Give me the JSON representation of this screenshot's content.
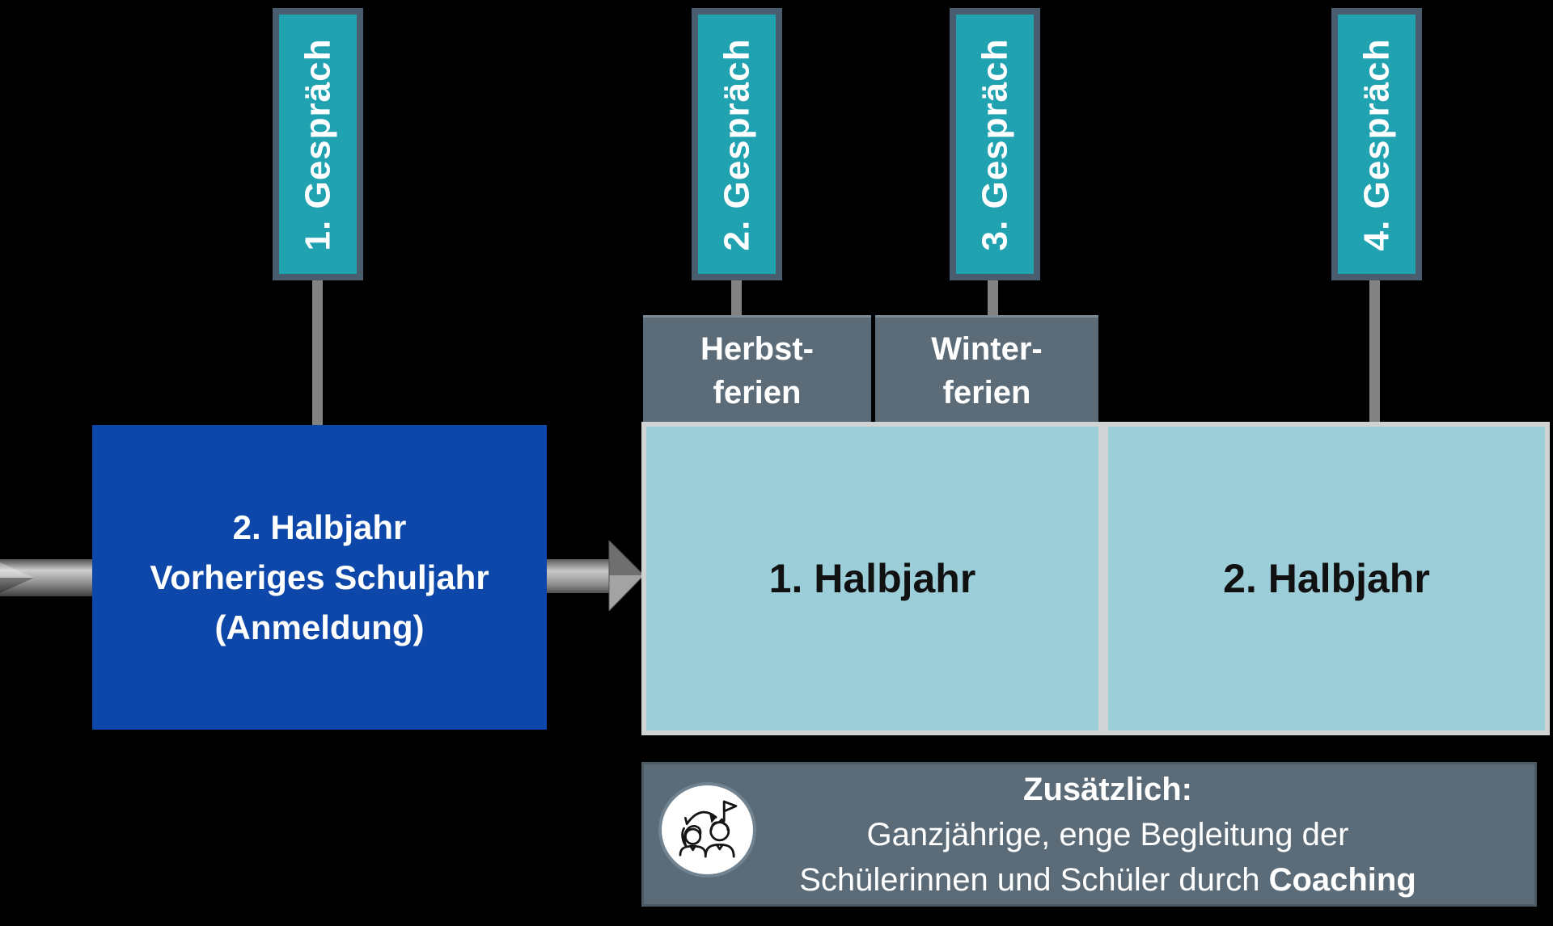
{
  "diagram": {
    "gespraech_labels": [
      {
        "label": "1. Gespräch"
      },
      {
        "label": "2. Gespräch"
      },
      {
        "label": "3. Gespräch"
      },
      {
        "label": "4. Gespräch"
      }
    ],
    "registration_box": {
      "line1": "2. Halbjahr",
      "line2": "Vorheriges Schuljahr",
      "line3": "(Anmeldung)"
    },
    "ferien_boxes": [
      {
        "line1": "Herbst-",
        "line2": "ferien"
      },
      {
        "line1": "Winter-",
        "line2": "ferien"
      }
    ],
    "halbjahr_boxes": [
      {
        "label": "1. Halbjahr"
      },
      {
        "label": "2. Halbjahr"
      }
    ],
    "coaching_box": {
      "title": "Zusätzlich:",
      "line2": "Ganzjährige, enge Begleitung der",
      "line3_prefix": "Schülerinnen und Schüler durch ",
      "line3_bold": "Coaching"
    },
    "icons": {
      "coaching": "coaching-people-exchange-icon"
    },
    "colors": {
      "background": "#000000",
      "teal": "#21A2B1",
      "label_border": "#4A5D6E",
      "blue": "#0D47A9",
      "light_blue": "#9CCEDA",
      "light_blue_border": "#D0D3D4",
      "slate": "#5B6C78",
      "stem_gray": "#828282",
      "arrow_gray": "#8C8C8C",
      "text_light": "#FFFFFF",
      "text_dark": "#111111"
    }
  }
}
